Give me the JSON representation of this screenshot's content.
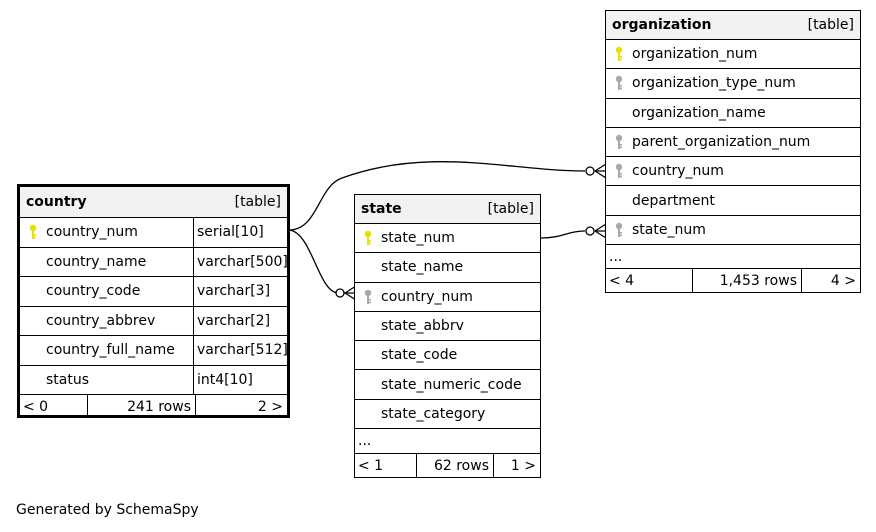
{
  "tables": {
    "country": {
      "name": "country",
      "kind": "[table]",
      "columns": [
        {
          "name": "country_num",
          "type": "serial[10]",
          "key": "primary"
        },
        {
          "name": "country_name",
          "type": "varchar[500]",
          "key": "none"
        },
        {
          "name": "country_code",
          "type": "varchar[3]",
          "key": "none"
        },
        {
          "name": "country_abbrev",
          "type": "varchar[2]",
          "key": "none"
        },
        {
          "name": "country_full_name",
          "type": "varchar[512]",
          "key": "none"
        },
        {
          "name": "status",
          "type": "int4[10]",
          "key": "none"
        }
      ],
      "footer": {
        "parents": "< 0",
        "rows": "241 rows",
        "children": "2 >"
      }
    },
    "state": {
      "name": "state",
      "kind": "[table]",
      "columns": [
        {
          "name": "state_num",
          "key": "primary"
        },
        {
          "name": "state_name",
          "key": "none"
        },
        {
          "name": "country_num",
          "key": "foreign"
        },
        {
          "name": "state_abbrv",
          "key": "none"
        },
        {
          "name": "state_code",
          "key": "none"
        },
        {
          "name": "state_numeric_code",
          "key": "none"
        },
        {
          "name": "state_category",
          "key": "none"
        }
      ],
      "more": "...",
      "footer": {
        "parents": "< 1",
        "rows": "62 rows",
        "children": "1 >"
      }
    },
    "organization": {
      "name": "organization",
      "kind": "[table]",
      "columns": [
        {
          "name": "organization_num",
          "key": "primary"
        },
        {
          "name": "organization_type_num",
          "key": "foreign"
        },
        {
          "name": "organization_name",
          "key": "none"
        },
        {
          "name": "parent_organization_num",
          "key": "foreign"
        },
        {
          "name": "country_num",
          "key": "foreign"
        },
        {
          "name": "department",
          "key": "none"
        },
        {
          "name": "state_num",
          "key": "foreign"
        }
      ],
      "more": "...",
      "footer": {
        "parents": "< 4",
        "rows": "1,453 rows",
        "children": "4 >"
      }
    }
  },
  "colors": {
    "primary_key": "#e8e000",
    "foreign_key": "#a8a8a8",
    "header_bg": "#f2f2f2"
  },
  "footer_note": "Generated by SchemaSpy"
}
